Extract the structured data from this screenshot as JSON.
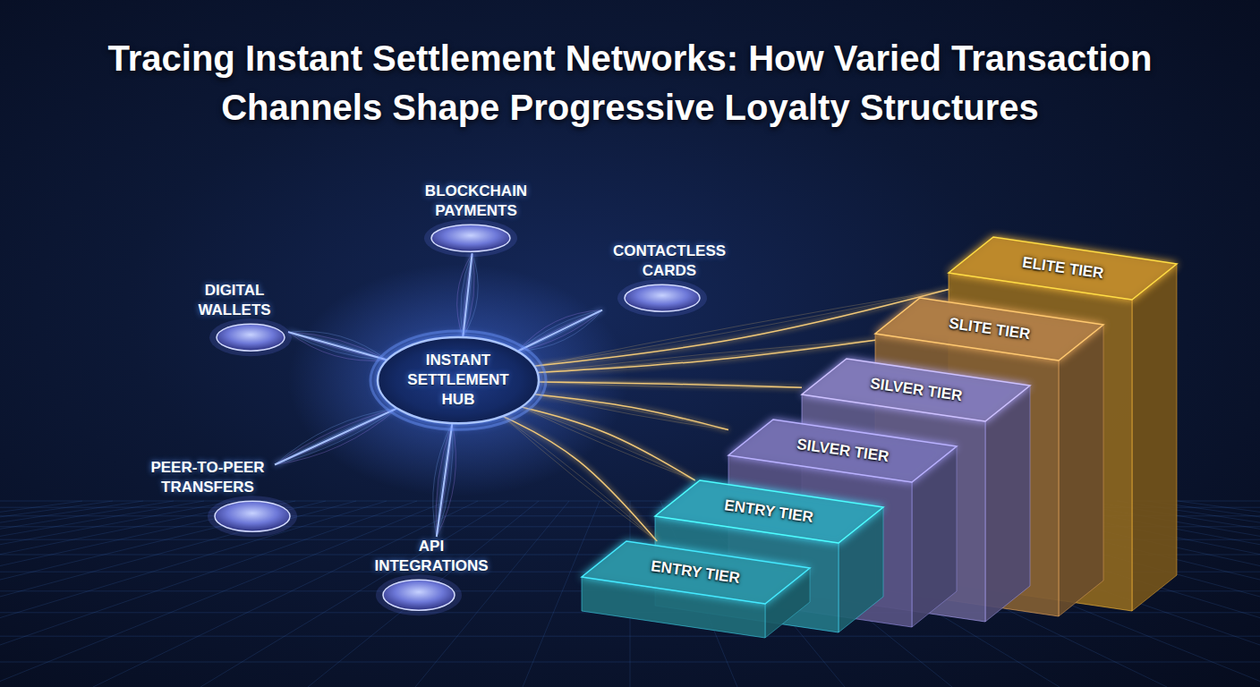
{
  "diagram": {
    "title": "Tracing Instant Settlement Networks: How Varied Transaction Channels Shape Progressive Loyalty Structures",
    "nodes": [
      {
        "text": [
          "BLOCKCHAIN PAYMENTS"
        ]
      },
      {
        "text": [
          "CONTACTLESS CARDS"
        ]
      },
      {
        "text": [
          "DIGITAL WALLETS"
        ]
      },
      {
        "text": [
          "INSTANT SETTLEMENT HUB"
        ]
      },
      {
        "text": [
          "PEER-TO-PEER TRANSFERS"
        ]
      },
      {
        "text": [
          "API INTEGRATIONS"
        ]
      },
      {
        "text": [
          "ELITE TIER"
        ]
      },
      {
        "text": [
          "SLITE TIER"
        ]
      },
      {
        "text": [
          "SILVER TIER"
        ]
      },
      {
        "text": [
          "SILVER TIER"
        ]
      },
      {
        "text": [
          "ENTRY TIER"
        ]
      },
      {
        "text": [
          "ENTRY TIER"
        ]
      }
    ],
    "edges": [
      {
        "from": 0,
        "to": 3,
        "arrow": "none"
      },
      {
        "from": 1,
        "to": 3,
        "arrow": "none"
      },
      {
        "from": 2,
        "to": 3,
        "arrow": "none"
      },
      {
        "from": 4,
        "to": 3,
        "arrow": "none"
      },
      {
        "from": 5,
        "to": 3,
        "arrow": "none"
      },
      {
        "from": 3,
        "to": 6,
        "arrow": "none"
      },
      {
        "from": 3,
        "to": 7,
        "arrow": "none"
      },
      {
        "from": 3,
        "to": 8,
        "arrow": "none"
      },
      {
        "from": 3,
        "to": 9,
        "arrow": "none"
      },
      {
        "from": 3,
        "to": 10,
        "arrow": "none"
      },
      {
        "from": 3,
        "to": 11,
        "arrow": "none"
      }
    ]
  }
}
